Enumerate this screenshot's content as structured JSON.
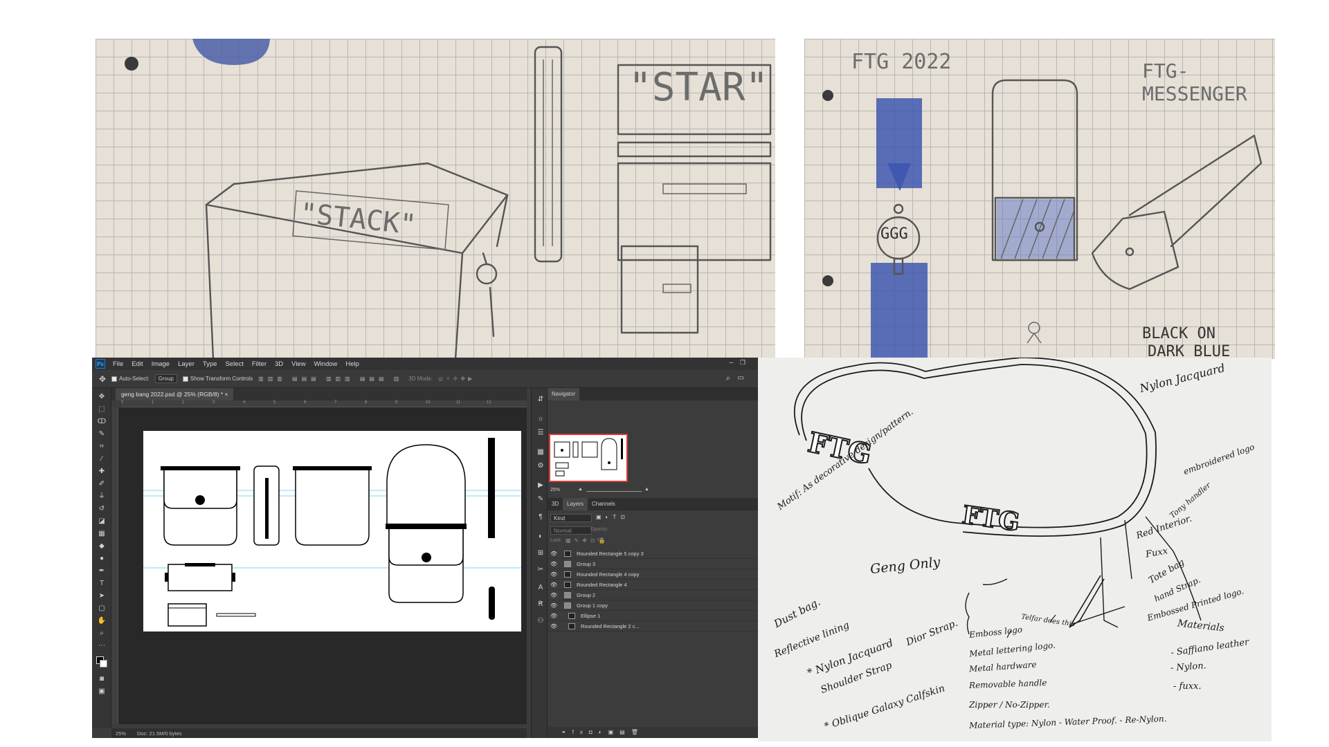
{
  "sketch_top_left": {
    "labels": [
      "\"STAR\"",
      "\"STACK\""
    ]
  },
  "sketch_top_right": {
    "labels": [
      "FTG 2022",
      "FTG-MESSENGER",
      "GGG",
      "BLACK ON",
      "DARK BLUE"
    ]
  },
  "photoshop": {
    "menu": [
      "File",
      "Edit",
      "Image",
      "Layer",
      "Type",
      "Select",
      "Filter",
      "3D",
      "View",
      "Window",
      "Help"
    ],
    "options": {
      "auto_select_label": "Auto-Select:",
      "auto_select_value": "Group",
      "transform_label": "Show Transform Controls",
      "mode_label": "3D Mode:"
    },
    "document_tab": "geng bang 2022.psd @ 25% (RGB/8) *",
    "ruler_ticks": [
      "0",
      "1",
      "2",
      "3",
      "4",
      "5",
      "6",
      "7",
      "8",
      "9",
      "10",
      "11",
      "12"
    ],
    "status": {
      "zoom": "25%",
      "doc": "Doc: 21.5M/0 bytes"
    },
    "navigator": {
      "title": "Navigator",
      "zoom": "25%"
    },
    "layers_panel": {
      "tabs": [
        "3D",
        "Layers",
        "Channels"
      ],
      "filter_value": "Kind",
      "blend_mode": "Normal",
      "opacity_label": "Opacity:",
      "lock_label": "Lock:",
      "fill_label": "Fill:",
      "layers": [
        "Rounded Rectangle 5 copy 3",
        "Group 3",
        "Rounded Rectangle 4 copy",
        "Rounded Rectangle 4",
        "Group 2",
        "Group 1 copy",
        "Ellipse 1",
        "Rounded Rectangle 2 c..."
      ]
    }
  },
  "sketch_bottom_right": {
    "notes": [
      "Nylon Jacquard",
      "embroidered logo",
      "Tony handler",
      "Red Interior.",
      "Fuxx",
      "Tote bag",
      "hand Strap.",
      "Embossed Printed logo.",
      "Materials",
      "- Saffiano leather",
      "- Nylon.",
      "- fuxx.",
      "Motif: As decorative design/pattern.",
      "Geng Only",
      "Dust bag.",
      "Reflective lining",
      "* Nylon Jacquard",
      "Shoulder Strap",
      "Dior Strap.",
      "* Oblique Galaxy Calfskin",
      "Emboss logo",
      "Telfar does this",
      "Metal lettering logo.",
      "Metal hardware",
      "Removable handle",
      "Zipper / No-Zipper.",
      "Material type: Nylon - Water Proof. - Re-Nylon."
    ],
    "logo_text": "FTG"
  }
}
